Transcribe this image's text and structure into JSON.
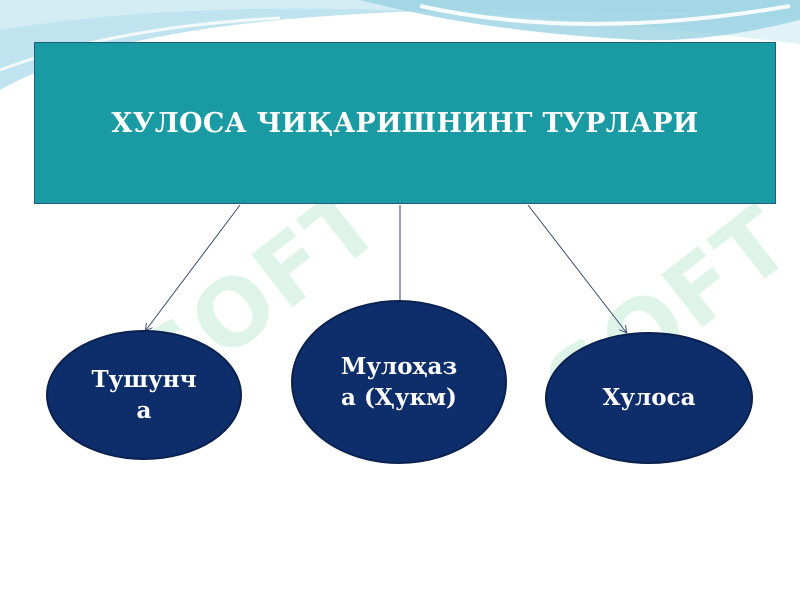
{
  "diagram": {
    "title": "ХУЛОСА ЧИҚАРИШНИНГ ТУРЛАРИ",
    "nodes": [
      {
        "label": "Тушунча"
      },
      {
        "label": "Мулоҳаза (Ҳукм)"
      },
      {
        "label": "Хулоса"
      }
    ]
  },
  "watermark": {
    "text": "SOFT"
  },
  "colors": {
    "title_box": "#1a9aa3",
    "node_fill": "#0d2d6b",
    "connector": "#3a4a6a",
    "background_wave": "#9fd6e6"
  }
}
